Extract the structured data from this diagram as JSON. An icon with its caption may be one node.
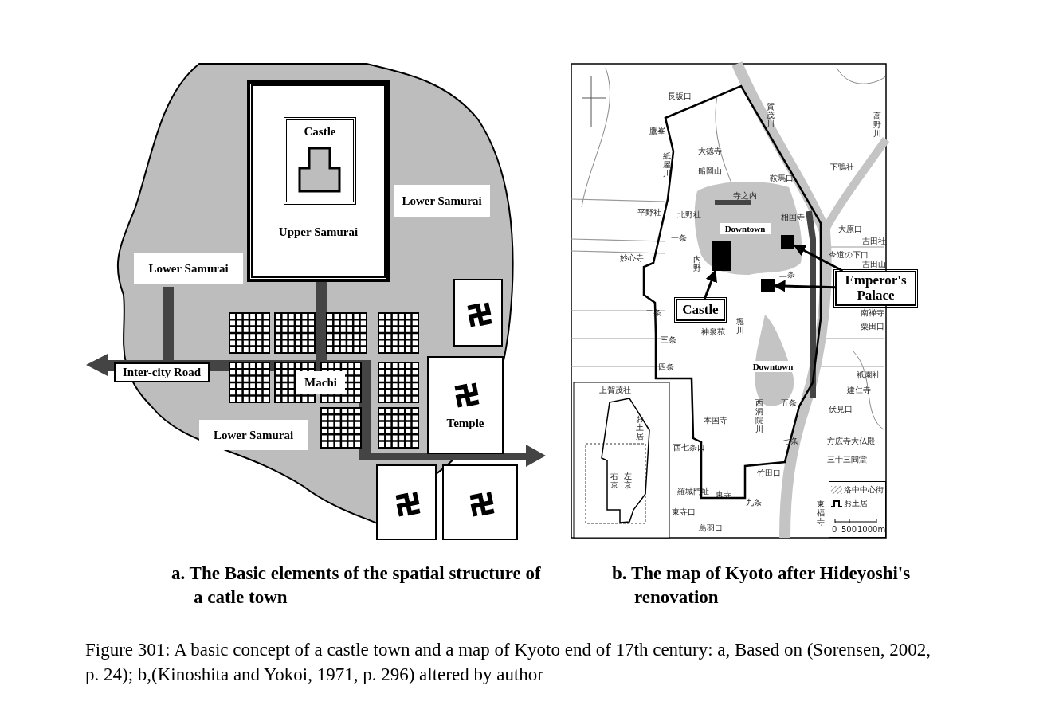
{
  "diagram": {
    "caption": "Figure 301: A basic concept of a castle town and a map of Kyoto end of 17th century: a, Based on (Sorensen, 2002, p. 24); b,(Kinoshita and Yokoi, 1971, p. 296) altered by author",
    "nodes": [
      {
        "text": [
          "Upper Samurai"
        ]
      },
      {
        "text": [
          "Castle"
        ],
        "in": 0
      },
      {
        "text": [
          "Lower Samurai"
        ]
      },
      {
        "text": [
          "Lower Samurai"
        ]
      },
      {
        "text": [],
        "shape": "box"
      },
      {
        "text": [
          "Inter-city Road"
        ]
      },
      {
        "text": [
          "Machi"
        ]
      },
      {
        "text": [
          "Temple"
        ]
      },
      {
        "text": [
          "Lower Samurai"
        ]
      },
      {
        "text": [],
        "shape": "box"
      },
      {
        "text": [],
        "shape": "box"
      },
      {
        "text": [
          "Downtown"
        ]
      },
      {
        "text": [],
        "shape": "box"
      },
      {
        "text": [],
        "shape": "box"
      },
      {
        "text": [
          "Emperor's Palace"
        ]
      },
      {
        "text": [],
        "shape": "box"
      },
      {
        "text": [
          "Castle"
        ]
      },
      {
        "text": [
          "Downtown"
        ]
      }
    ],
    "edges": [
      {
        "from": 16,
        "to": 13,
        "arrow": "to"
      },
      {
        "from": 14,
        "to": 12,
        "arrow": "to"
      },
      {
        "from": 14,
        "to": 15,
        "arrow": "to"
      }
    ],
    "labels": [
      "a. The Basic elements of the spatial structure of a catle town",
      "b. The map of Kyoto after Hideyoshi's renovation",
      "長坂口",
      "賀茂川",
      "鷹峯",
      "高野川",
      "紙屋川",
      "大徳寺",
      "船岡山",
      "下鴨社",
      "鞍馬口",
      "寺之内",
      "平野社",
      "北野社",
      "相国寺",
      "大原口",
      "一条",
      "吉田社",
      "妙心寺",
      "内野",
      "今道の下口",
      "吉田山",
      "二条",
      "二条",
      "南禅寺",
      "神泉苑",
      "堀川",
      "粟田口",
      "三条",
      "四条",
      "祇園社",
      "上賀茂社",
      "建仁寺",
      "西洞院川",
      "五条",
      "伏見口",
      "お土居",
      "本国寺",
      "西七条口",
      "七条",
      "方広寺大仏殿",
      "三十三間堂",
      "右京",
      "左京",
      "竹田口",
      "羅城門址",
      "東寺",
      "九条",
      "東寺口",
      "東福寺",
      "鳥羽口",
      "0",
      "500",
      "1000m"
    ],
    "legend": [
      {
        "text": "洛中中心街"
      },
      {
        "text": "お土居"
      }
    ]
  }
}
